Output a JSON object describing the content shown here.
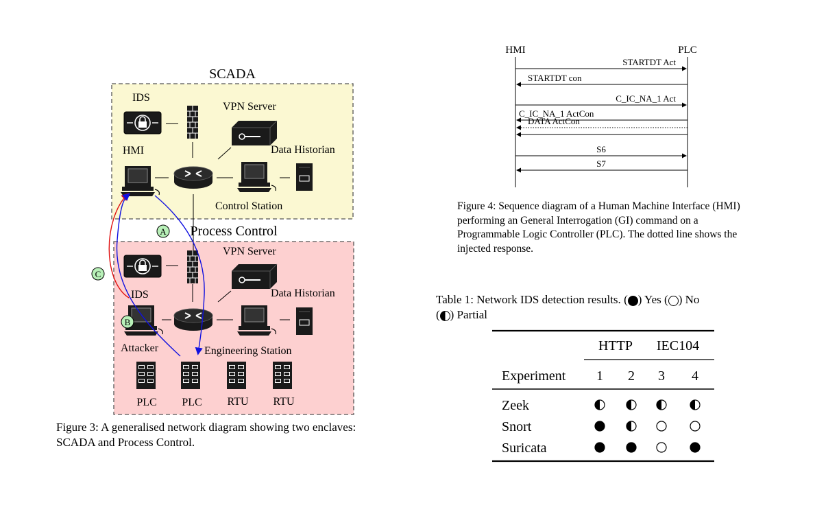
{
  "figure3": {
    "enclave_scada_label": "SCADA",
    "enclave_process_label": "Process Control",
    "scada_nodes": {
      "ids": "IDS",
      "vpn": "VPN Server",
      "hmi": "HMI",
      "historian": "Data Historian",
      "control_station": "Control Station"
    },
    "process_nodes": {
      "vpn": "VPN Server",
      "ids": "IDS",
      "historian": "Data Historian",
      "attacker": "Attacker",
      "engineering": "Engineering Station",
      "field_devices": [
        "PLC",
        "PLC",
        "RTU",
        "RTU"
      ]
    },
    "markers": [
      "A",
      "B",
      "C"
    ],
    "colors": {
      "scada_bg": "#fbf8d2",
      "process_bg": "#fdd0d0",
      "attack_red": "#e01010",
      "attack_blue": "#1010e0",
      "marker_green": "#b8f0b8"
    },
    "caption": "Figure 3: A generalised network diagram showing two enclaves: SCADA and Process Control."
  },
  "figure4": {
    "actors": [
      "HMI",
      "PLC"
    ],
    "messages": [
      {
        "label": "STARTDT Act",
        "direction": "to-plc",
        "style": "solid"
      },
      {
        "label": "STARTDT con",
        "direction": "to-hmi",
        "style": "solid"
      },
      {
        "label": "C_IC_NA_1 Act",
        "direction": "to-plc",
        "style": "solid"
      },
      {
        "label": "C_IC_NA_1 ActCon",
        "direction": "to-hmi",
        "style": "solid"
      },
      {
        "label": "DATA ActCon",
        "direction": "to-hmi",
        "style": "dotted"
      },
      {
        "label": "",
        "direction": "to-hmi",
        "style": "solid"
      },
      {
        "label": "S6",
        "direction": "to-plc",
        "style": "solid"
      },
      {
        "label": "S7",
        "direction": "to-hmi",
        "style": "solid"
      }
    ],
    "caption": "Figure 4: Sequence diagram of a Human Machine Interface (HMI) performing an General Interrogation (GI) command on a Programmable Logic Controller (PLC). The dotted line shows the injected response."
  },
  "table1": {
    "caption_prefix": "Table 1:  Network IDS detection results.",
    "legend": {
      "yes": "Yes",
      "no": "No",
      "partial": "Partial"
    },
    "groups": [
      {
        "label": "HTTP",
        "span": 2
      },
      {
        "label": "IEC104",
        "span": 2
      }
    ],
    "header_first": "Experiment",
    "columns": [
      "1",
      "2",
      "3",
      "4"
    ],
    "rows": [
      {
        "name": "Zeek",
        "values": [
          "partial",
          "partial",
          "partial",
          "partial"
        ]
      },
      {
        "name": "Snort",
        "values": [
          "yes",
          "partial",
          "no",
          "no"
        ]
      },
      {
        "name": "Suricata",
        "values": [
          "yes",
          "yes",
          "no",
          "yes"
        ]
      }
    ]
  }
}
